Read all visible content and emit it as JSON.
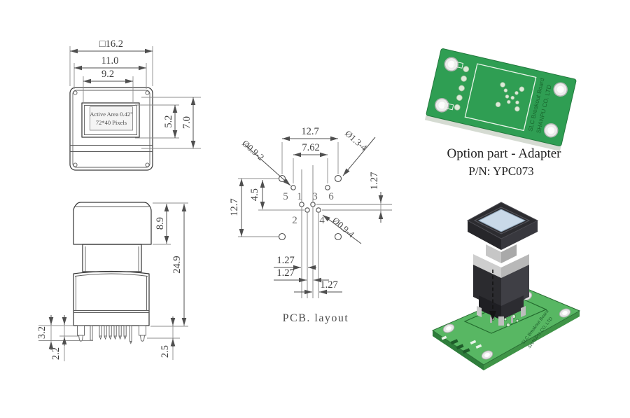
{
  "front_view": {
    "outer_width": "□16.2",
    "bezel_width": "11.0",
    "active_width": "9.2",
    "active_height": "5.2",
    "glass_height": "7.0",
    "active_area_label_1": "Active Area 0.42\"",
    "active_area_label_2": "72*40 Pixels"
  },
  "side_view": {
    "cap_height": "8.9",
    "total_height": "24.9",
    "pin_len_long": "3.2",
    "pin_len_outer": "2.2",
    "pin_len_right": "2.5"
  },
  "pcb_layout": {
    "caption": "PCB. layout",
    "hole_pitch_h": "12.7",
    "pin_pitch_h": "7.62",
    "hole_pitch_v": "12.7",
    "pin_offset_v": "4.5",
    "row_pitch": "1.27",
    "col_pitch_1": "1.27",
    "col_pitch_2": "1.27",
    "col_pitch_3": "1.27",
    "small_hole_top": "Ø0.9-2",
    "large_hole": "Ø1.3-4",
    "small_hole_bottom": "Ø0.9-4",
    "pins": [
      "5",
      "1",
      "3",
      "6",
      "2",
      "4"
    ]
  },
  "adapter": {
    "title": "Option part - Adapter",
    "part_number": "P/N: YPC073",
    "silkscreen_1": "SLC Breakout Board",
    "silkscreen_2": "SHANPU CO. LTD"
  },
  "render_3d": {
    "board_text_1": "SLC Breakout Board",
    "board_text_2": "SHANPU CO. LTD"
  },
  "colors": {
    "line": "#4f4f4f",
    "text": "#3c3c3c",
    "pcb_green": "#2f9e53",
    "pcb_green_dark": "#1e7a3a",
    "render_board_green": "#58b763",
    "render_board_side": "#2e7d3b",
    "module_dark": "#2b2b2f",
    "screen_blue": "#c9d9e8"
  }
}
